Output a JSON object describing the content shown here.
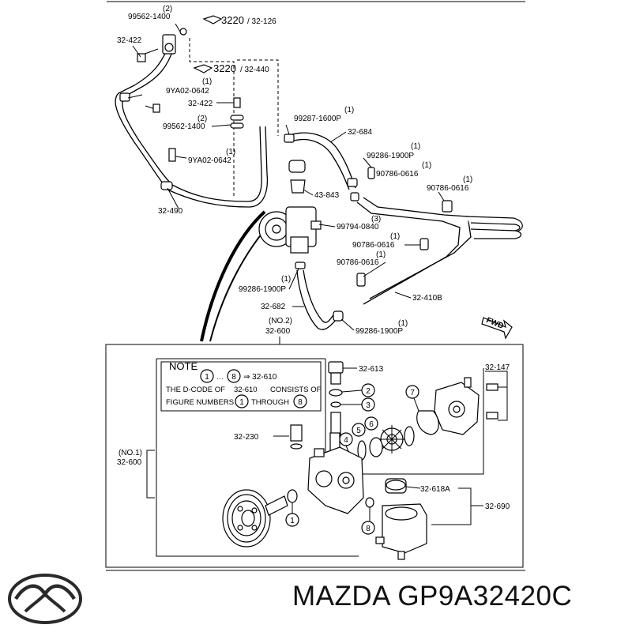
{
  "top_labels": {
    "p99562_1400_a": "99562-1400",
    "qty2_a": "(2)",
    "ref_a": "3220",
    "ref_a_code": "/ 32-126",
    "p32_422_a": "32-422",
    "ref_b": "3220",
    "ref_b_code": "/ 32-440",
    "qty1_a": "(1)",
    "p9ya02_0642_a": "9YA02-0642",
    "p32_422_b": "32-422",
    "qty2_b": "(2)",
    "p99562_1400_b": "99562-1400",
    "qty1_b": "(1)",
    "p9ya02_0642_b": "9YA02-0642",
    "p32_490": "32-490",
    "qty1_c": "(1)",
    "p99287_1600p": "99287-1600P",
    "p32_684": "32-684",
    "qty1_d": "(1)",
    "p99286_1900p_a": "99286-1900P",
    "qty1_e": "(1)",
    "p90786_0616_a": "90786-0616",
    "qty1_f": "(1)",
    "p90786_0616_b": "90786-0616",
    "p43_843": "43-843",
    "qty3": "(3)",
    "p99794_0840": "99794-0840",
    "qty1_g": "(1)",
    "p90786_0616_c": "90786-0616",
    "qty1_h": "(1)",
    "p90786_0616_d": "90786-0616",
    "qty1_i": "(1)",
    "p99286_1900p_b": "99286-1900P",
    "p32_410b": "32-410B",
    "p32_682": "32-682",
    "qty1_j": "(1)",
    "p99286_1900p_c": "99286-1900P",
    "fwd": "FWD",
    "no2": "(NO.2)",
    "p32_600_a": "32-600"
  },
  "lower_labels": {
    "note_title": "NOTE",
    "note_fig1": "1",
    "note_dots": "…",
    "note_fig8": "8",
    "note_arrow_code": "⇒ 32-610",
    "note_line2_a": "THE D-CODE OF",
    "note_line2_code": "32-610",
    "note_line2_b": "CONSISTS OF",
    "note_line3_a": "FIGURE NUMBERS",
    "note_line3_fig1": "1",
    "note_line3_through": "THROUGH",
    "note_line3_fig8": "8",
    "p32_613": "32-613",
    "p32_147": "32-147",
    "fig2": "2",
    "fig3": "3",
    "fig7": "7",
    "p32_230": "32-230",
    "fig4": "4",
    "fig5": "5",
    "fig6": "6",
    "no1": "(NO.1)",
    "p32_600_b": "32-600",
    "p32_618a": "32-618A",
    "p32_690": "32-690",
    "fig1": "1",
    "fig8": "8"
  },
  "footer": {
    "brand": "MAZDA",
    "part_number": "GP9A32420C",
    "logo_icon": "mazda-logo-icon"
  }
}
